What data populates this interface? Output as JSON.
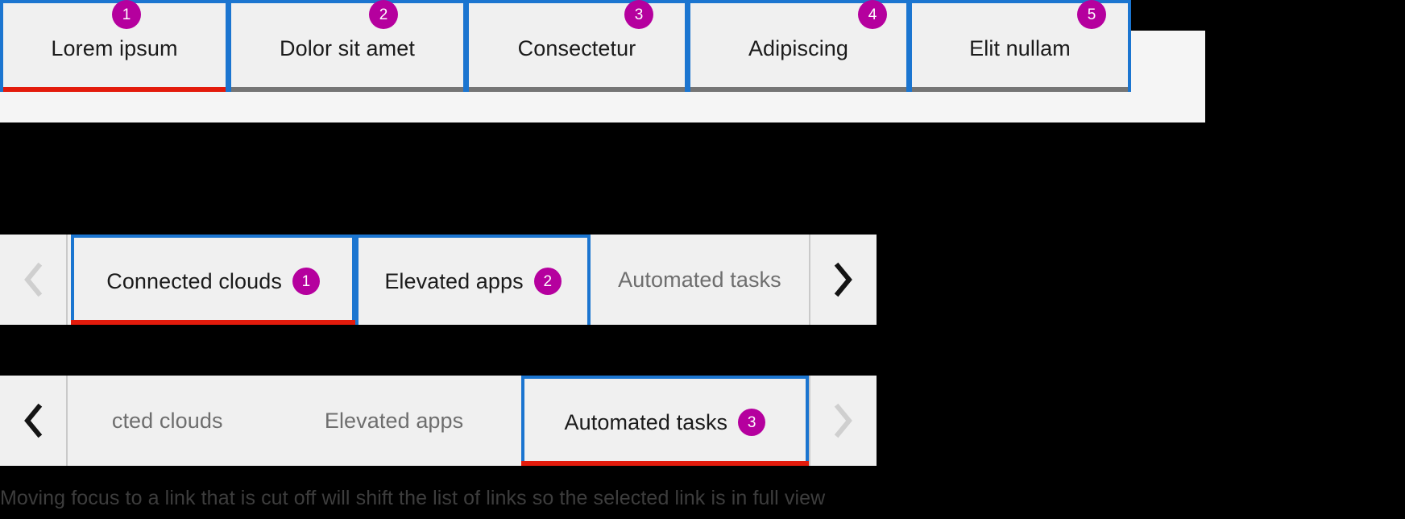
{
  "colors": {
    "focus_ring": "#1b75d0",
    "selected_underline": "#e31b0c",
    "unselected_underline": "#757575",
    "callout_bubble": "#b5009e",
    "tab_background": "#f0f0f0",
    "page_background": "#000000",
    "disabled_chevron": "#cfcfcf",
    "enabled_chevron": "#141414",
    "muted_text": "#6e6e6e"
  },
  "row1": {
    "name": "static-tab-list",
    "tabs": [
      {
        "label": "Lorem ipsum",
        "callout": "1",
        "selected": true
      },
      {
        "label": "Dolor sit amet",
        "callout": "2",
        "selected": false
      },
      {
        "label": "Consectetur",
        "callout": "3",
        "selected": false
      },
      {
        "label": "Adipiscing",
        "callout": "4",
        "selected": false
      },
      {
        "label": "Elit nullam",
        "callout": "5",
        "selected": false
      }
    ]
  },
  "row2": {
    "name": "scrollable-tab-list-start",
    "prev_icon": "chevron-left-icon",
    "next_icon": "chevron-right-icon",
    "prev_enabled": false,
    "next_enabled": true,
    "tabs": [
      {
        "label": "Connected clouds",
        "callout": "1",
        "focused": true,
        "selected": true,
        "cutoff": false
      },
      {
        "label": "Elevated apps",
        "callout": "2",
        "focused": true,
        "selected": false,
        "cutoff": false
      },
      {
        "label": "Automated tasks",
        "callout": "",
        "focused": false,
        "selected": false,
        "cutoff": true
      }
    ]
  },
  "row3": {
    "name": "scrollable-tab-list-shifted",
    "prev_icon": "chevron-left-icon",
    "next_icon": "chevron-right-icon",
    "prev_enabled": true,
    "next_enabled": false,
    "tabs": [
      {
        "label": "cted clouds",
        "callout": "",
        "focused": false,
        "selected": false,
        "cutoff": true
      },
      {
        "label": "Elevated apps",
        "callout": "",
        "focused": false,
        "selected": false,
        "cutoff": true
      },
      {
        "label": "Automated tasks",
        "callout": "3",
        "focused": true,
        "selected": true,
        "cutoff": false
      }
    ]
  },
  "caption": {
    "text": "Moving focus to a link that is cut off will shift the list of links so the selected link is in full view"
  }
}
